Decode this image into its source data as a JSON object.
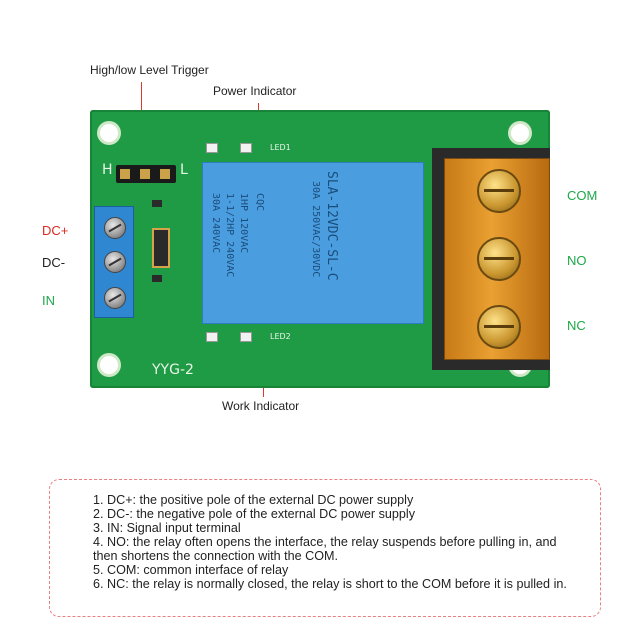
{
  "callouts": {
    "trigger": "High/low Level Trigger",
    "power": "Power Indicator",
    "work": "Work Indicator"
  },
  "left_labels": {
    "dc_plus": "DC+",
    "dc_minus": "DC-",
    "in": "IN"
  },
  "right_labels": {
    "com": "COM",
    "no": "NO",
    "nc": "NC"
  },
  "board": {
    "silk_h": "H",
    "silk_l": "L",
    "led1": "LED1",
    "led2": "LED2",
    "model": "YYG-2",
    "relay_line1": "SLA-12VDC-SL-C",
    "relay_line2": "30A 250VAC/30VDC",
    "relay_cqc": "CQC",
    "relay_line3": "1HP 120VAC",
    "relay_line4": "1-1/2HP 240VAC",
    "relay_line5": "30A 240VAC"
  },
  "notes": [
    "1. DC+: the positive pole of the external DC power supply",
    "2. DC-: the negative pole of the external DC power supply",
    "3. IN: Signal input terminal",
    "4. NO: the relay often opens the interface, the relay suspends before pulling in, and then shortens the connection with the COM.",
    "5. COM: common interface of relay",
    "6. NC: the relay is normally closed, the relay is short to the COM before it is pulled in."
  ],
  "colors": {
    "pcb_green": "#1f9a45",
    "relay_blue": "#4a9ee0",
    "terminal_blue": "#2f86d1",
    "terminal_orange": "#eaa032",
    "label_green": "#1ea84a",
    "label_red": "#e0281e",
    "arrow_red": "#d93a2b",
    "note_border": "#e98080"
  }
}
